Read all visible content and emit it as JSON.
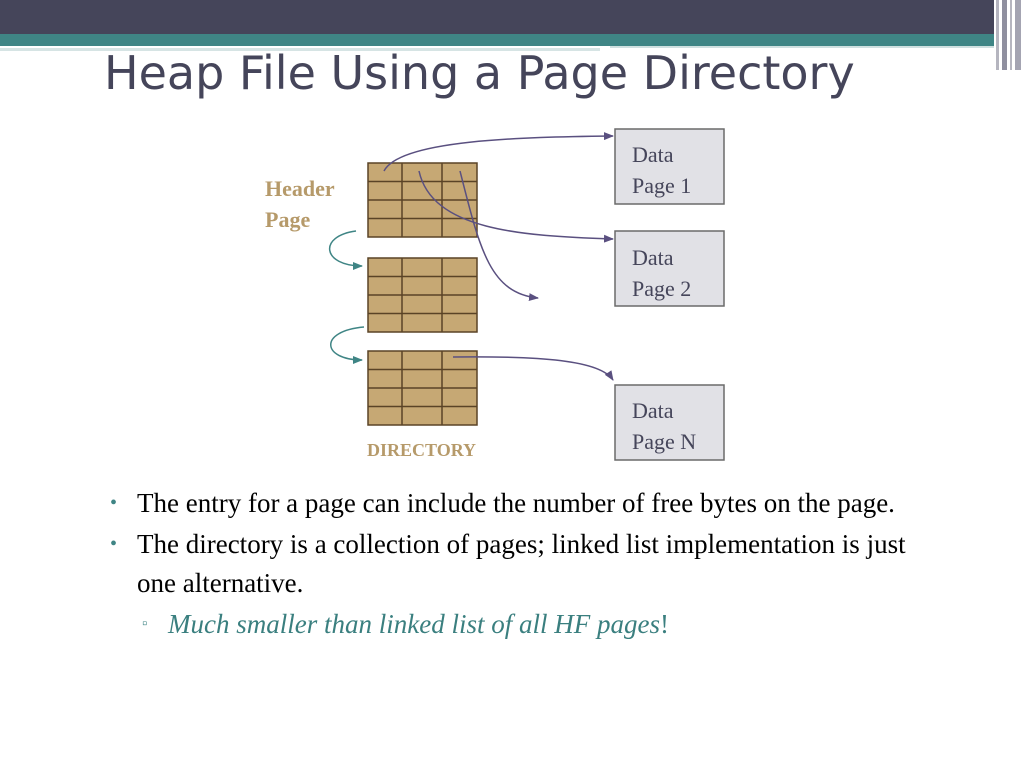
{
  "slide": {
    "title": "Heap File Using a Page Directory"
  },
  "diagram": {
    "header_label_line1": "Header",
    "header_label_line2": "Page",
    "directory_label": "DIRECTORY",
    "data_pages": [
      {
        "line1": "Data",
        "line2": "Page 1"
      },
      {
        "line1": "Data",
        "line2": "Page 2"
      },
      {
        "line1": "Data",
        "line2": "Page N"
      }
    ],
    "colors": {
      "cell_fill": "#c6a874",
      "cell_border": "#5a4326",
      "label_color": "#b69a6a",
      "arrow_color": "#5a5080",
      "link_arrow_color": "#3f8585",
      "page_box_fill": "#e1e1e6"
    }
  },
  "bullets": [
    {
      "text": "The entry for a page can include the number of free bytes on the page."
    },
    {
      "text": "The directory is a collection of pages; linked list implementation is just one alternative."
    }
  ],
  "sub_bullet": {
    "italic_text": "Much smaller than linked list of all HF pages",
    "suffix": "!"
  },
  "icons": {
    "bullet": "bullet-dot-icon",
    "sub_bullet": "small-square-icon"
  }
}
